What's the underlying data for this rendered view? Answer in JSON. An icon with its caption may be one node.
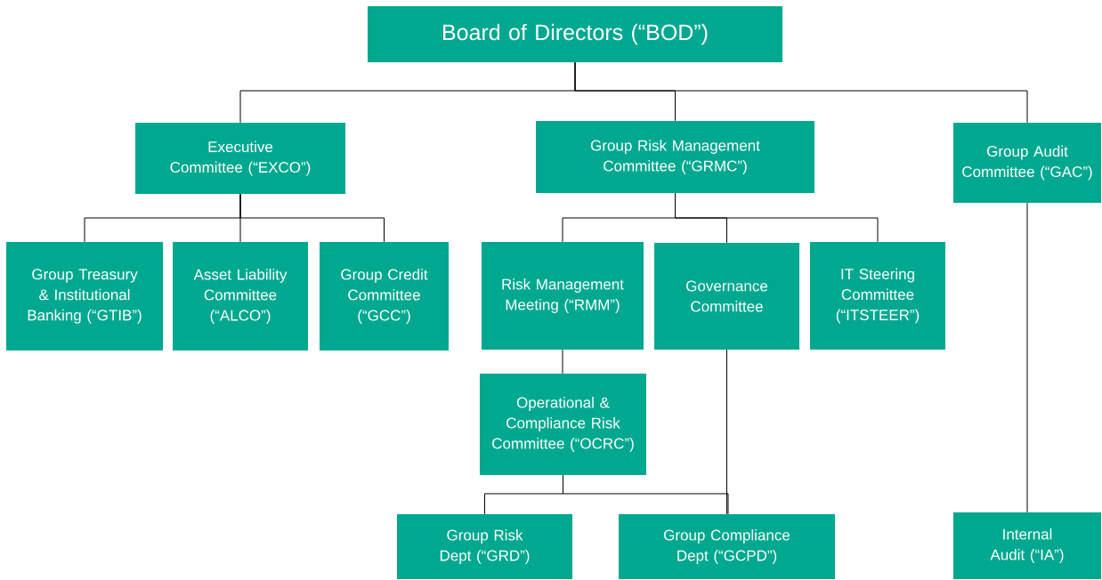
{
  "diagram": {
    "nodes": [
      {
        "text": [
          "Board of Directors (“BOD”)"
        ]
      },
      {
        "text": [
          "Executive Committee (“EXCO”)"
        ]
      },
      {
        "text": [
          "Group Risk Management Committee (“GRMC”)"
        ]
      },
      {
        "text": [
          "Group Audit Committee (“GAC”)"
        ]
      },
      {
        "text": [
          "Group Treasury & Institutional Banking (“GTIB”)"
        ]
      },
      {
        "text": [
          "Asset Liability Committee (“ALCO”)"
        ]
      },
      {
        "text": [
          "Group Credit Committee (“GCC”)"
        ]
      },
      {
        "text": [
          "Risk Management Meeting (“RMM”)"
        ]
      },
      {
        "text": [
          "Governance Committee"
        ]
      },
      {
        "text": [
          "IT Steering Committee (“ITSTEER”)"
        ]
      },
      {
        "text": [
          "Operational & Compliance Risk Committee (“OCRC”)"
        ]
      },
      {
        "text": [
          "Group Risk Dept (“GRD”)"
        ]
      },
      {
        "text": [
          "Group Compliance Dept (“GCPD”)"
        ]
      },
      {
        "text": [
          "Internal Audit (“IA”)"
        ]
      }
    ],
    "edges": [
      {
        "from": 0,
        "to": 1,
        "arrow": "none"
      },
      {
        "from": 0,
        "to": 2,
        "arrow": "none"
      },
      {
        "from": 0,
        "to": 3,
        "arrow": "none"
      },
      {
        "from": 1,
        "to": 4,
        "arrow": "none"
      },
      {
        "from": 1,
        "to": 5,
        "arrow": "none"
      },
      {
        "from": 1,
        "to": 6,
        "arrow": "none"
      },
      {
        "from": 2,
        "to": 7,
        "arrow": "none"
      },
      {
        "from": 2,
        "to": 8,
        "arrow": "none"
      },
      {
        "from": 2,
        "to": 9,
        "arrow": "none"
      },
      {
        "from": 7,
        "to": 10,
        "arrow": "none"
      },
      {
        "from": 10,
        "to": 11,
        "arrow": "none"
      },
      {
        "from": 10,
        "to": 12,
        "arrow": "none"
      },
      {
        "from": 8,
        "to": 12,
        "arrow": "none"
      },
      {
        "from": 3,
        "to": 13,
        "arrow": "none"
      }
    ]
  }
}
